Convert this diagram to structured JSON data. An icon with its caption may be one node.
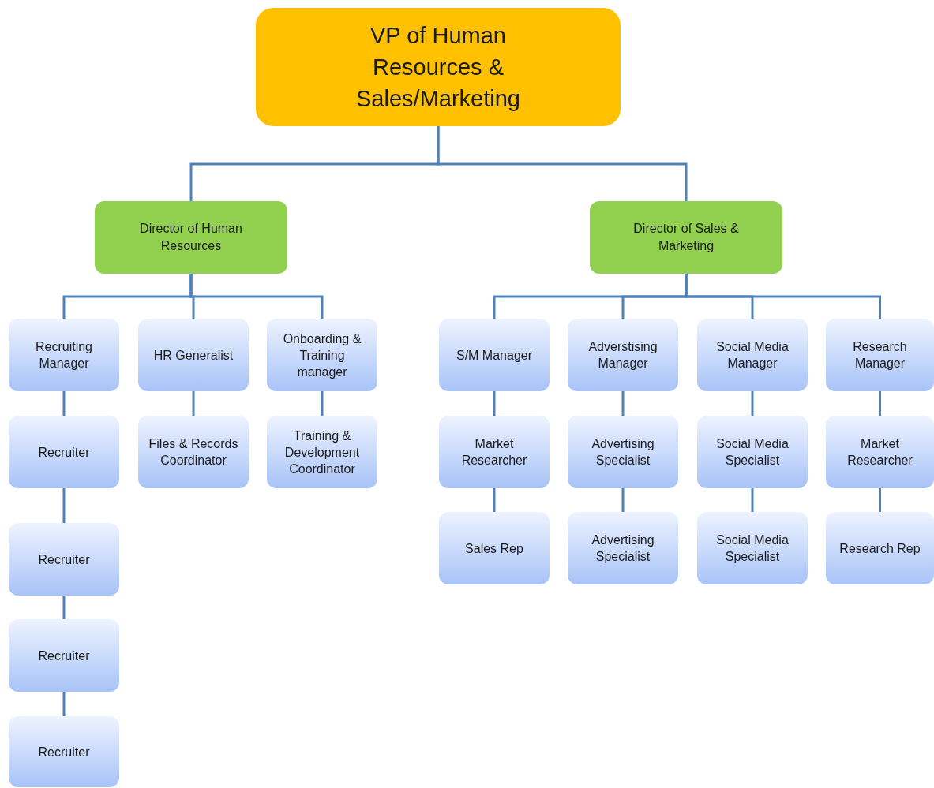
{
  "diagram": {
    "nodes": [
      {
        "text": [
          "VP of Human Resources & Sales/Marketing"
        ]
      },
      {
        "text": [
          "Director of Human Resources"
        ]
      },
      {
        "text": [
          "Director of Sales & Marketing"
        ]
      },
      {
        "text": [
          "Recruiting Manager"
        ]
      },
      {
        "text": [
          "HR Generalist"
        ]
      },
      {
        "text": [
          "Onboarding & Training manager"
        ]
      },
      {
        "text": [
          "S/M Manager"
        ]
      },
      {
        "text": [
          "Adverstising Manager"
        ]
      },
      {
        "text": [
          "Social Media Manager"
        ]
      },
      {
        "text": [
          "Research Manager"
        ]
      },
      {
        "text": [
          "Recruiter"
        ]
      },
      {
        "text": [
          "Files & Records Coordinator"
        ]
      },
      {
        "text": [
          "Training & Development Coordinator"
        ]
      },
      {
        "text": [
          "Market Researcher"
        ]
      },
      {
        "text": [
          "Advertising Specialist"
        ]
      },
      {
        "text": [
          "Social Media Specialist"
        ]
      },
      {
        "text": [
          "Market Researcher"
        ]
      },
      {
        "text": [
          "Recruiter"
        ]
      },
      {
        "text": [
          "Sales Rep"
        ]
      },
      {
        "text": [
          "Advertising Specialist"
        ]
      },
      {
        "text": [
          "Social Media Specialist"
        ]
      },
      {
        "text": [
          "Research Rep"
        ]
      },
      {
        "text": [
          "Recruiter"
        ]
      },
      {
        "text": [
          "Recruiter"
        ]
      }
    ],
    "edges": [
      {
        "from": 0,
        "to": 1,
        "arrow": "none"
      },
      {
        "from": 0,
        "to": 2,
        "arrow": "none"
      },
      {
        "from": 1,
        "to": 3,
        "arrow": "none"
      },
      {
        "from": 1,
        "to": 4,
        "arrow": "none"
      },
      {
        "from": 1,
        "to": 5,
        "arrow": "none"
      },
      {
        "from": 2,
        "to": 6,
        "arrow": "none"
      },
      {
        "from": 2,
        "to": 7,
        "arrow": "none"
      },
      {
        "from": 2,
        "to": 8,
        "arrow": "none"
      },
      {
        "from": 2,
        "to": 9,
        "arrow": "none"
      },
      {
        "from": 3,
        "to": 10,
        "arrow": "none"
      },
      {
        "from": 10,
        "to": 17,
        "arrow": "none"
      },
      {
        "from": 17,
        "to": 22,
        "arrow": "none"
      },
      {
        "from": 22,
        "to": 23,
        "arrow": "none"
      },
      {
        "from": 4,
        "to": 11,
        "arrow": "none"
      },
      {
        "from": 5,
        "to": 12,
        "arrow": "none"
      },
      {
        "from": 6,
        "to": 13,
        "arrow": "none"
      },
      {
        "from": 13,
        "to": 18,
        "arrow": "none"
      },
      {
        "from": 7,
        "to": 14,
        "arrow": "none"
      },
      {
        "from": 14,
        "to": 19,
        "arrow": "none"
      },
      {
        "from": 8,
        "to": 15,
        "arrow": "none"
      },
      {
        "from": 15,
        "to": 20,
        "arrow": "none"
      },
      {
        "from": 9,
        "to": 16,
        "arrow": "none"
      },
      {
        "from": 16,
        "to": 21,
        "arrow": "none"
      }
    ]
  }
}
